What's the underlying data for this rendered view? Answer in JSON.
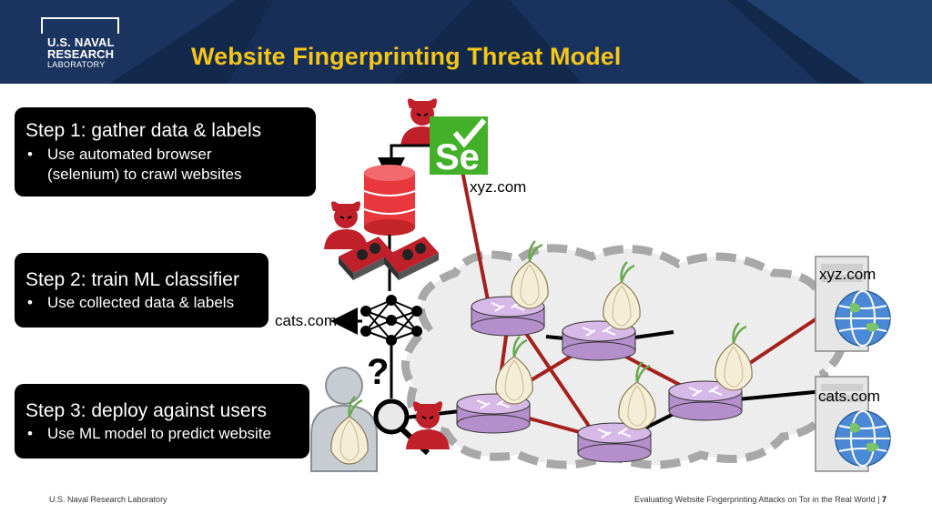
{
  "header": {
    "logo_line1": "U.S. NAVAL",
    "logo_line2": "RESEARCH",
    "logo_line3": "LABORATORY",
    "title": "Website Fingerprinting Threat Model"
  },
  "steps": [
    {
      "heading": "Step 1: gather data & labels",
      "bullet": "•",
      "body1": "Use automated browser",
      "body2": "(selenium) to crawl websites"
    },
    {
      "heading": "Step 2: train ML classifier",
      "bullet": "•",
      "body1": "Use collected data & labels"
    },
    {
      "heading": "Step 3: deploy against users",
      "bullet": "•",
      "body1": "Use ML model to predict website"
    }
  ],
  "diagram": {
    "selenium_label": "Se",
    "site_label_selenium": "xyz.com",
    "site_label_server1": "xyz.com",
    "site_label_server2": "cats.com",
    "prediction_label": "cats.com",
    "question_mark": "?"
  },
  "footer": {
    "left": "U.S. Naval Research Laboratory",
    "right": "Evaluating Website Fingerprinting Attacks on Tor in the Real World",
    "separator": "|",
    "page": "7"
  },
  "colors": {
    "header_bg": "#13294b",
    "title": "#f5c518",
    "devil_red": "#c0202a",
    "router_purple": "#c9a6dc",
    "selenium_green": "#43b02a",
    "db_red": "#e8383d",
    "link_red": "#a3201b"
  }
}
